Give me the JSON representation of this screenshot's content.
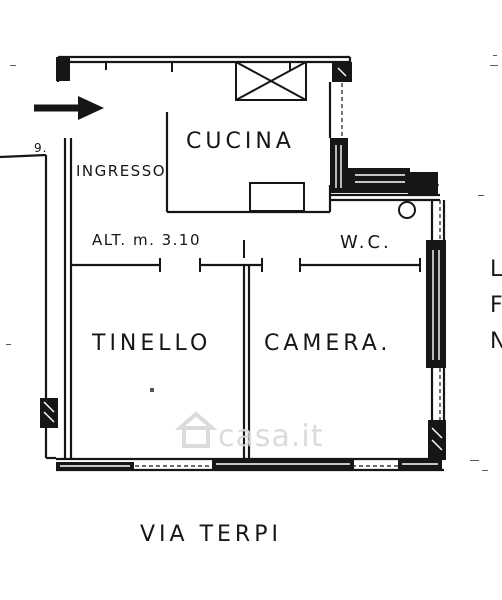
{
  "plan": {
    "rooms": {
      "kitchen": "CUCINA",
      "entrance": "INGRESSO",
      "dining": "TINELLO",
      "bedroom": "CAMERA.",
      "bathroom": "W.C."
    },
    "ceiling_height": "ALT. m. 3.10",
    "unit_number": "9.",
    "street": "VIA TERPI",
    "edge_letters": [
      "L",
      "F",
      "N"
    ]
  },
  "watermark": "casa.it",
  "colors": {
    "ink": "#161616",
    "paper": "#ffffff",
    "watermark": "#d8d8d8"
  },
  "icons": {
    "entry": "arrow-right-icon",
    "wc": "toilet-icon",
    "watermark": "house-icon"
  }
}
